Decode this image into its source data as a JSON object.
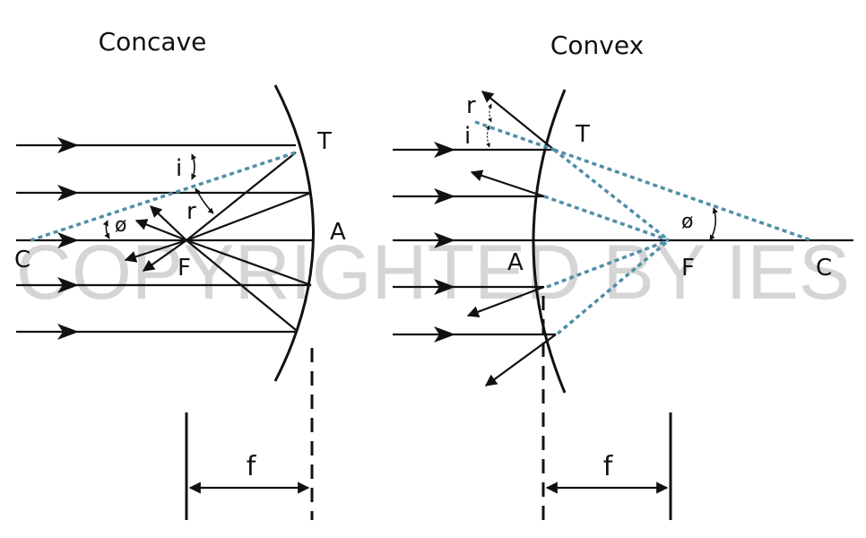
{
  "titles": {
    "concave": "Concave",
    "convex": "Convex"
  },
  "labels": {
    "concave": {
      "T": "T",
      "A": "A",
      "C": "C",
      "F": "F",
      "i": "i",
      "r": "r",
      "phi": "ø",
      "f": "f"
    },
    "convex": {
      "T": "T",
      "A": "A",
      "C": "C",
      "F": "F",
      "i": "i",
      "r": "r",
      "phi": "ø",
      "f": "f"
    }
  },
  "watermark": "COPYRIGHTED BY IES",
  "colors": {
    "ray": "#111111",
    "dashed": "#4f8fa6",
    "watermark": "#b3b3b3"
  }
}
